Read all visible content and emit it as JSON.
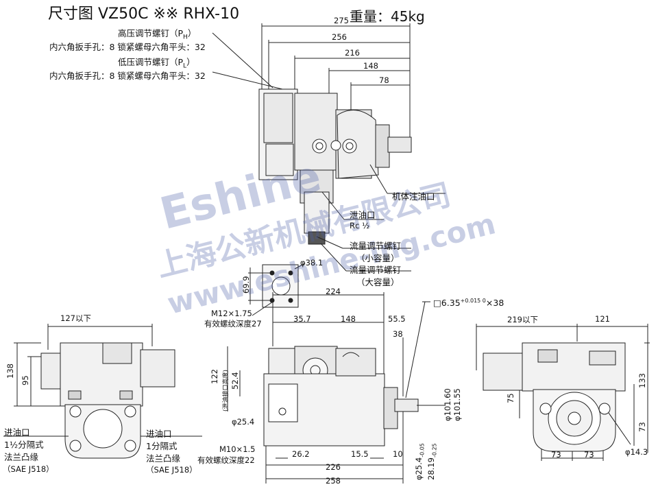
{
  "title": "尺寸图 VZ50C ※※ RHX-10",
  "weight": "重量：45kg",
  "watermark": {
    "brand": "Eshine",
    "company": "上海公新机械有限公司",
    "url": "www.eshine-ing.com"
  },
  "callouts": {
    "ph_screw": "高压调节螺钉（P",
    "ph_sub": "H",
    "pl_screw": "低压调节螺钉（P",
    "pl_sub": "L",
    "close_paren": "）",
    "hex_spec": "内六角扳手孔：8 锁紧螺母六角平头：32",
    "fill_port": "机体注油口",
    "drain_port": "泄油口",
    "drain_thread": "Rc ½",
    "flow_screw": "流量调节螺钉",
    "small_cap": "（小容量）",
    "large_cap": "（大容量）",
    "inlet": "进油口",
    "flange_size": "1½分隔式",
    "flange_size_right": "1分隔式",
    "flange_type": "法兰凸缘",
    "sae": "（SAE J518）",
    "m12": "M12×1.75",
    "m12_depth": "有效螺纹深度27",
    "m10": "M10×1.5",
    "m10_depth": "有效螺纹深度22",
    "drain_height": "(泄油接口高度)",
    "key": "□6.35",
    "key_tol": "+0.015 0",
    "key_len": "×38"
  },
  "dimensions": {
    "top": [
      "275",
      "256",
      "216",
      "148",
      "78"
    ],
    "flange_phi": "φ38.1",
    "flange_h": "69.9",
    "front": [
      "224",
      "148",
      "55.5",
      "35.7",
      "38",
      "122",
      "52.4",
      "φ25.4",
      "26.2",
      "15.5",
      "10",
      "226",
      "258",
      "φ101.60",
      "φ101.55",
      "φ25.4",
      "-0.05",
      "28.19",
      "-0.25"
    ],
    "left": [
      "127以下",
      "138",
      "95"
    ],
    "right": [
      "219以下",
      "121",
      "133",
      "75",
      "73",
      "73",
      "73",
      "φ14.3"
    ]
  }
}
